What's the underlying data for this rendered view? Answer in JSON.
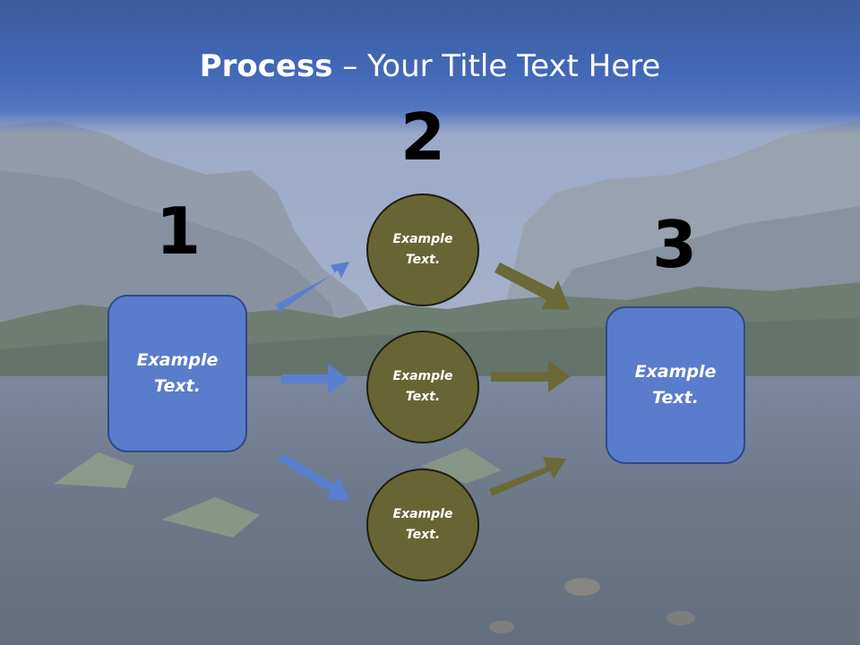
{
  "slide": {
    "title_bold": "Process",
    "title_rest": " – Your Title Text Here"
  },
  "steps": {
    "n1": "1",
    "n2": "2",
    "n3": "3"
  },
  "left_box": {
    "label": "Example\nText."
  },
  "right_box": {
    "label": "Example\nText."
  },
  "circles": [
    {
      "label": "Example\nText."
    },
    {
      "label": "Example\nText."
    },
    {
      "label": "Example\nText."
    }
  ],
  "colors": {
    "box_fill": "#5a7ccc",
    "circle_fill": "#686535",
    "blue_arrow": "#5b7fd0",
    "olive_arrow": "#6b6937",
    "title_band": "#4269b8"
  }
}
